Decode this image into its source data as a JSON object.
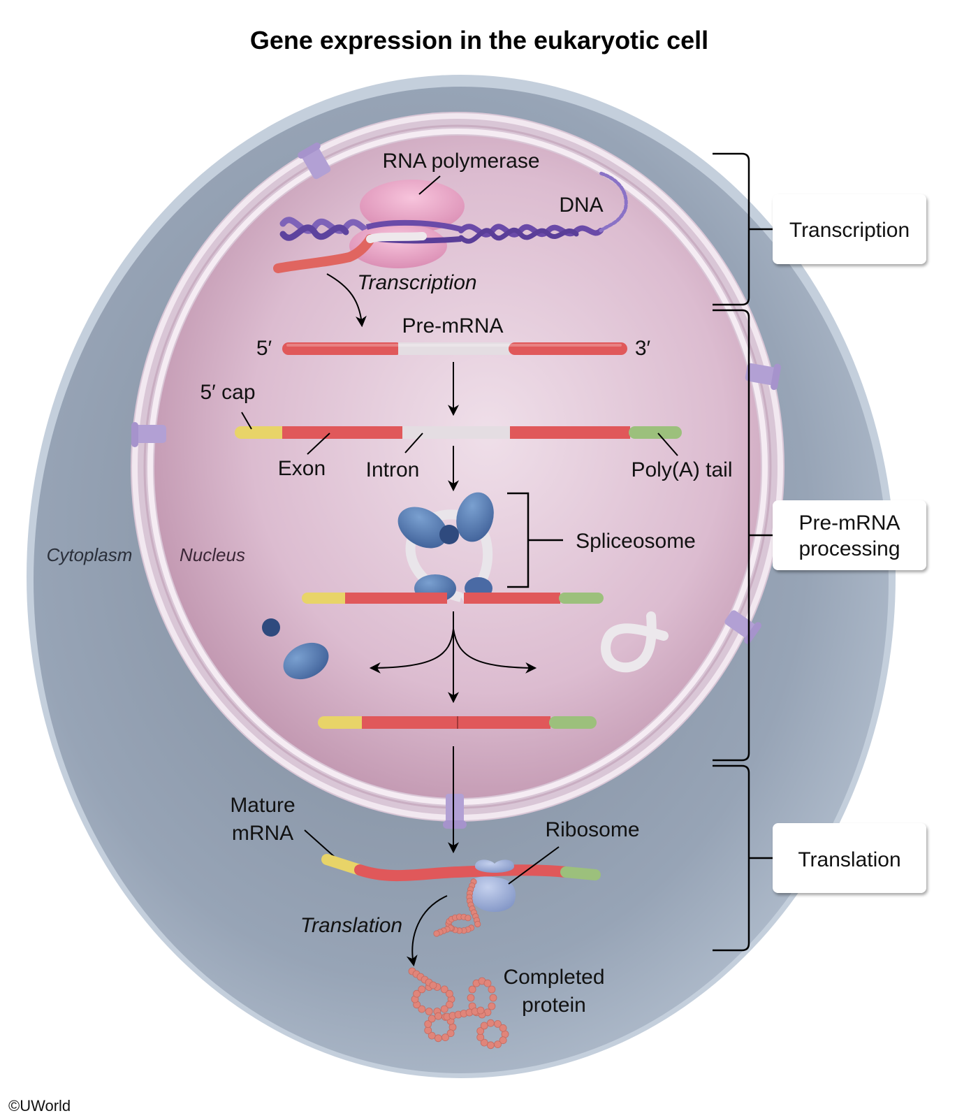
{
  "title": "Gene expression in the eukaryotic cell",
  "regions": {
    "cytoplasm": "Cytoplasm",
    "nucleus": "Nucleus"
  },
  "transcription_step": {
    "rna_polymerase": "RNA polymerase",
    "dna": "DNA",
    "process": "Transcription"
  },
  "pre_mrna": {
    "label": "Pre-mRNA",
    "five_prime": "5′",
    "three_prime": "3′"
  },
  "processing": {
    "five_prime_cap": "5′ cap",
    "exon": "Exon",
    "intron": "Intron",
    "poly_a_tail": "Poly(A) tail",
    "spliceosome": "Spliceosome"
  },
  "translation_step": {
    "mature_mrna_line1": "Mature",
    "mature_mrna_line2": "mRNA",
    "ribosome": "Ribosome",
    "process": "Translation",
    "completed_protein_line1": "Completed",
    "completed_protein_line2": "protein"
  },
  "stages": [
    {
      "line1": "Transcription",
      "line2": ""
    },
    {
      "line1": "Pre-mRNA",
      "line2": "processing"
    },
    {
      "line1": "Translation",
      "line2": ""
    }
  ],
  "colors": {
    "exon": "#e0585a",
    "intron": "#e4dde2",
    "cap": "#e8d468",
    "tail": "#9cc07c",
    "dna": "#6a4aa8",
    "polymerase": "#e8a6c6",
    "spliceosome": "#5b7fb4",
    "ribosome": "#9fb2dc",
    "protein": "#e0857a",
    "nucleus": "#dcbcd0",
    "cytoplasm": "#93a0b2"
  },
  "copyright": "©UWorld"
}
